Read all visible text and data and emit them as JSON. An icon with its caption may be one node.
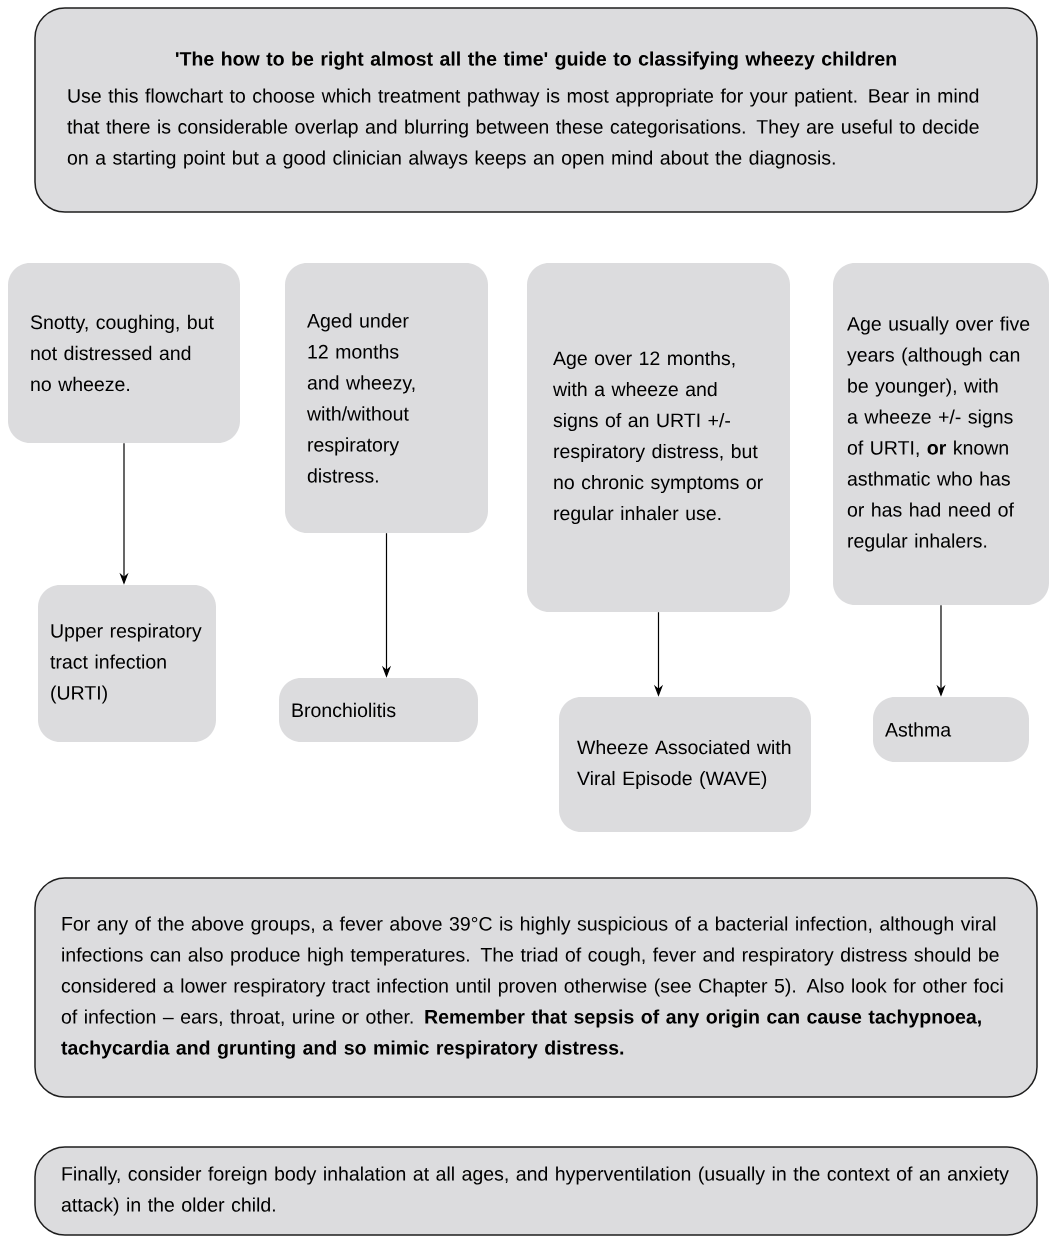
{
  "diagram": {
    "nodes": [
      {
        "text": [
          "'The how to be right almost all the time' guide to classifying wheezy children",
          "Use this flowchart to choose which treatment pathway is most appropriate for your patient. Bear in mind that there is considerable overlap and blurring between these categorisations. They are useful to decide on a starting point but a good clinician always keeps an open mind about the diagnosis."
        ]
      },
      {
        "text": [
          "Snotty, coughing, but not distressed and no wheeze."
        ]
      },
      {
        "text": [
          "Aged under 12 months and wheezy, with/without respiratory distress."
        ]
      },
      {
        "text": [
          "Age over 12 months, with a wheeze and signs of an URTI +/- respiratory distress, but no chronic symptoms or regular inhaler use."
        ]
      },
      {
        "text": [
          "Age usually over five years (although can be younger), with a wheeze +/- signs of URTI, **or** known asthmatic who has or has had need of regular inhalers."
        ]
      },
      {
        "text": [
          "Upper respiratory tract infection (URTI)"
        ]
      },
      {
        "text": [
          "Bronchiolitis"
        ]
      },
      {
        "text": [
          "Wheeze Associated with Viral Episode (WAVE)"
        ]
      },
      {
        "text": [
          "Asthma"
        ]
      },
      {
        "text": [
          "For any of the above groups, a fever above 39°C is highly suspicious of a bacterial infection, although viral infections can also produce high temperatures. The triad of cough, fever and respiratory distress should be considered a lower respiratory tract infection until proven otherwise (see Chapter 5). Also look for other foci of infection – ears, throat, urine or other. **Remember that sepsis of any origin can cause tachypnoea, tachycardia and grunting and so mimic respiratory distress.**"
        ]
      },
      {
        "text": [
          "Finally, consider foreign body inhalation at all ages, and hyperventilation (usually in the context of an anxiety attack) in the older child."
        ]
      }
    ],
    "edges": [
      {
        "from": 1,
        "to": 5,
        "arrow": "to"
      },
      {
        "from": 2,
        "to": 6,
        "arrow": "to"
      },
      {
        "from": 3,
        "to": 7,
        "arrow": "to"
      },
      {
        "from": 4,
        "to": 8,
        "arrow": "to"
      }
    ]
  }
}
